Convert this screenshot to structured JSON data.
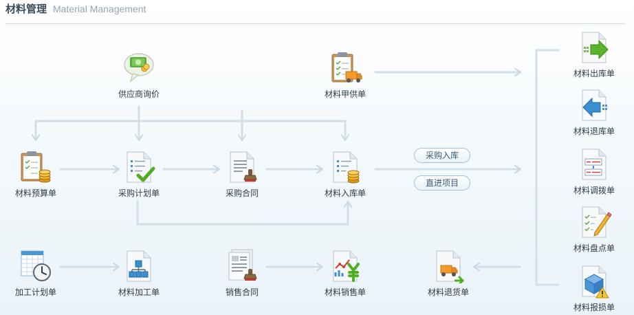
{
  "header": {
    "title": "材料管理",
    "subtitle": "Material Management"
  },
  "nodes": {
    "supplier_inquiry": "供应商询价",
    "owner_supply": "材料甲供单",
    "budget": "材料预算单",
    "purchase_plan": "采购计划单",
    "purchase_contract": "采购合同",
    "stock_in": "材料入库单",
    "processing_plan": "加工计划单",
    "processing_order": "材料加工单",
    "sales_contract": "销售合同",
    "sales_order": "材料销售单",
    "return_goods": "材料退货单",
    "stock_out": "材料出库单",
    "stock_return": "材料退库单",
    "transfer": "材料调拨单",
    "inventory": "材料盘点单",
    "damage": "材料报损单"
  },
  "pills": {
    "purchase_in": "采购入库",
    "direct_project": "直进项目"
  },
  "colors": {
    "arrow": "#cbd9e5",
    "accent_blue": "#3a8fd0",
    "accent_green": "#5ab52a",
    "accent_gold": "#e3a91e"
  }
}
